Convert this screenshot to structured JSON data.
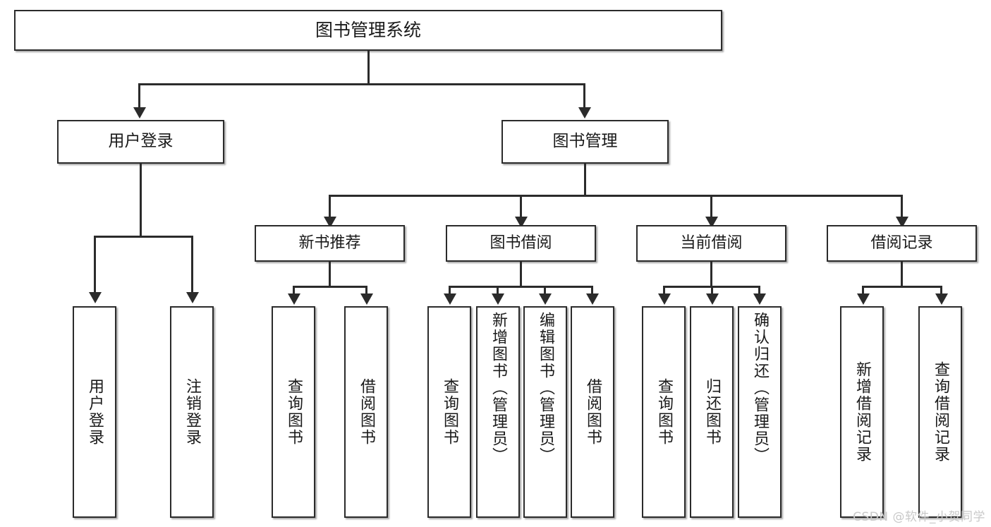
{
  "diagram": {
    "type": "tree-hierarchy",
    "title": "图书管理系统",
    "watermark": "CSDN @软件_小贺同学",
    "colors": {
      "box_border": "#2b2b2b",
      "box_fill": "#ffffff",
      "connector": "#2b2b2b",
      "text": "#1a1a1a",
      "watermark": "#c9c9c9",
      "background": "#ffffff"
    },
    "nodes": {
      "root": {
        "label": "图书管理系统"
      },
      "level2": [
        {
          "label": "用户登录"
        },
        {
          "label": "图书管理"
        }
      ],
      "level3": [
        {
          "label": "新书推荐"
        },
        {
          "label": "图书借阅"
        },
        {
          "label": "当前借阅"
        },
        {
          "label": "借阅记录"
        }
      ],
      "leaves": {
        "user_login": [
          {
            "label": "用户登录"
          },
          {
            "label": "注销登录"
          }
        ],
        "new_book_recommend": [
          {
            "label": "查询图书"
          },
          {
            "label": "借阅图书"
          }
        ],
        "book_borrow": [
          {
            "label": "查询图书"
          },
          {
            "label": "新增图书（管理员）"
          },
          {
            "label": "编辑图书（管理员）"
          },
          {
            "label": "借阅图书"
          }
        ],
        "current_borrow": [
          {
            "label": "查询图书"
          },
          {
            "label": "归还图书"
          },
          {
            "label": "确认归还（管理员）"
          }
        ],
        "borrow_record": [
          {
            "label": "新增借阅记录"
          },
          {
            "label": "查询借阅记录"
          }
        ]
      }
    }
  }
}
